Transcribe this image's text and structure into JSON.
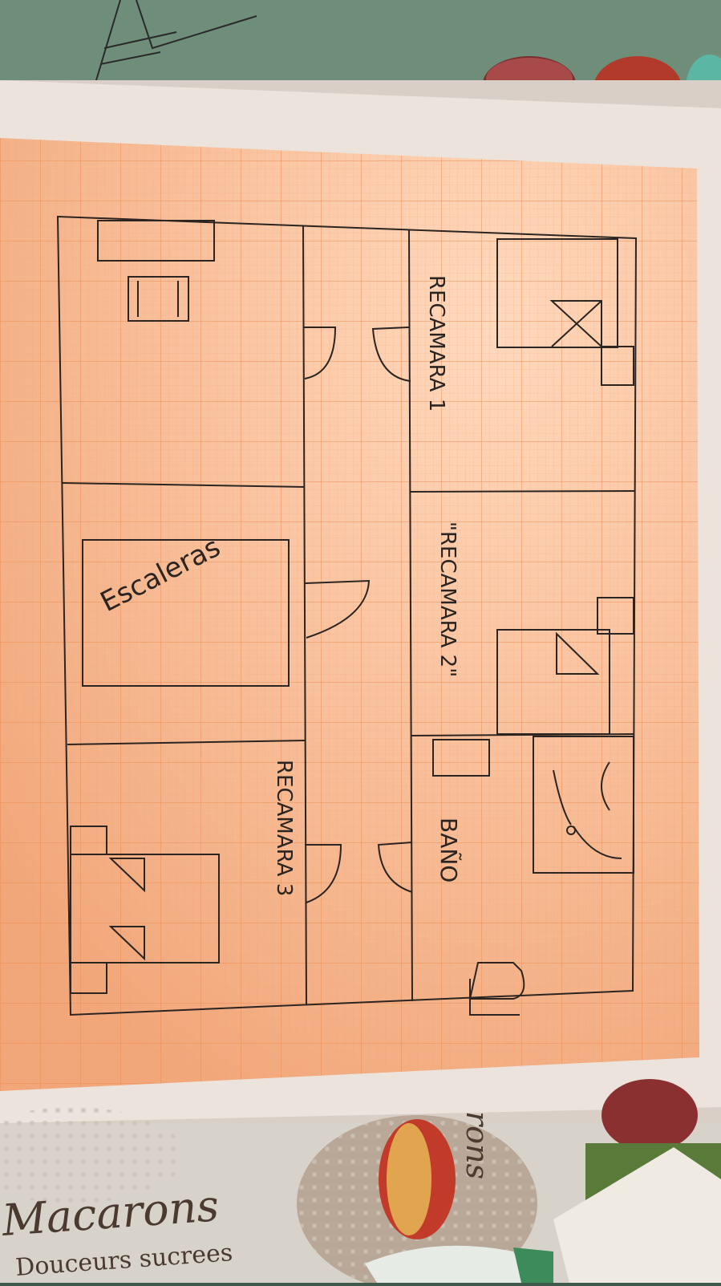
{
  "photo": {
    "description_free": true,
    "plan": {
      "rooms": {
        "recamara1": "RECAMARA 1",
        "recamara2": "\"RECAMARA 2\"",
        "recamara3": "RECAMARA 3",
        "bano": "BAÑO",
        "escaleras": "Escaleras"
      }
    },
    "background_text": {
      "brand": "Macarons",
      "subtitle": "Douceurs sucrees",
      "brand_partial": "rons"
    }
  },
  "colors": {
    "graph_paper": "#f6b68f",
    "grid_line": "#ee9a66",
    "pencil": "#2b2420",
    "tablecloth": "#4d6b58"
  }
}
